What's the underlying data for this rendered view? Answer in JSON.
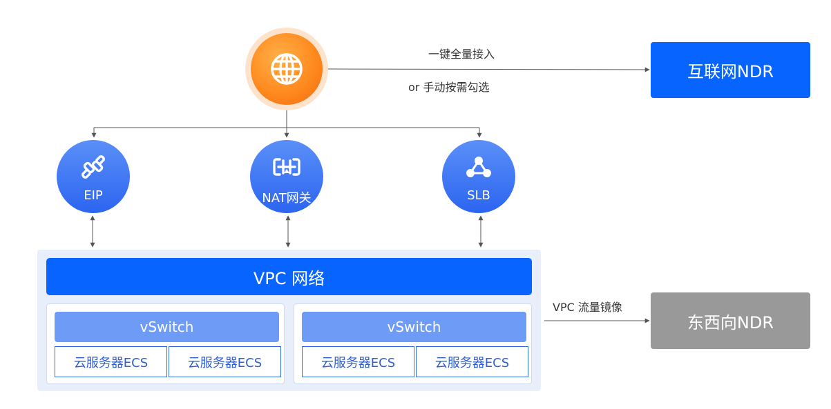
{
  "internet_link": {
    "label_top": "一键全量接入",
    "label_bottom": "or 手动按需勾选",
    "target": "互联网NDR"
  },
  "nodes": [
    {
      "name": "EIP",
      "icon": "link-icon"
    },
    {
      "name": "NAT网关",
      "icon": "nat-gateway-icon"
    },
    {
      "name": "SLB",
      "icon": "load-balancer-icon"
    }
  ],
  "vpc": {
    "title": "VPC 网络",
    "switches": [
      {
        "label": "vSwitch",
        "servers": [
          "云服务器ECS",
          "云服务器ECS"
        ]
      },
      {
        "label": "vSwitch",
        "servers": [
          "云服务器ECS",
          "云服务器ECS"
        ]
      }
    ]
  },
  "mirror_link": {
    "label": "VPC 流量镜像",
    "target": "东西向NDR"
  },
  "colors": {
    "primary_blue": "#0864ff",
    "vswitch_blue": "#6e9bf5",
    "orange": "#ff8a1f",
    "gray": "#999999",
    "vpc_bg": "#e9eefb"
  }
}
